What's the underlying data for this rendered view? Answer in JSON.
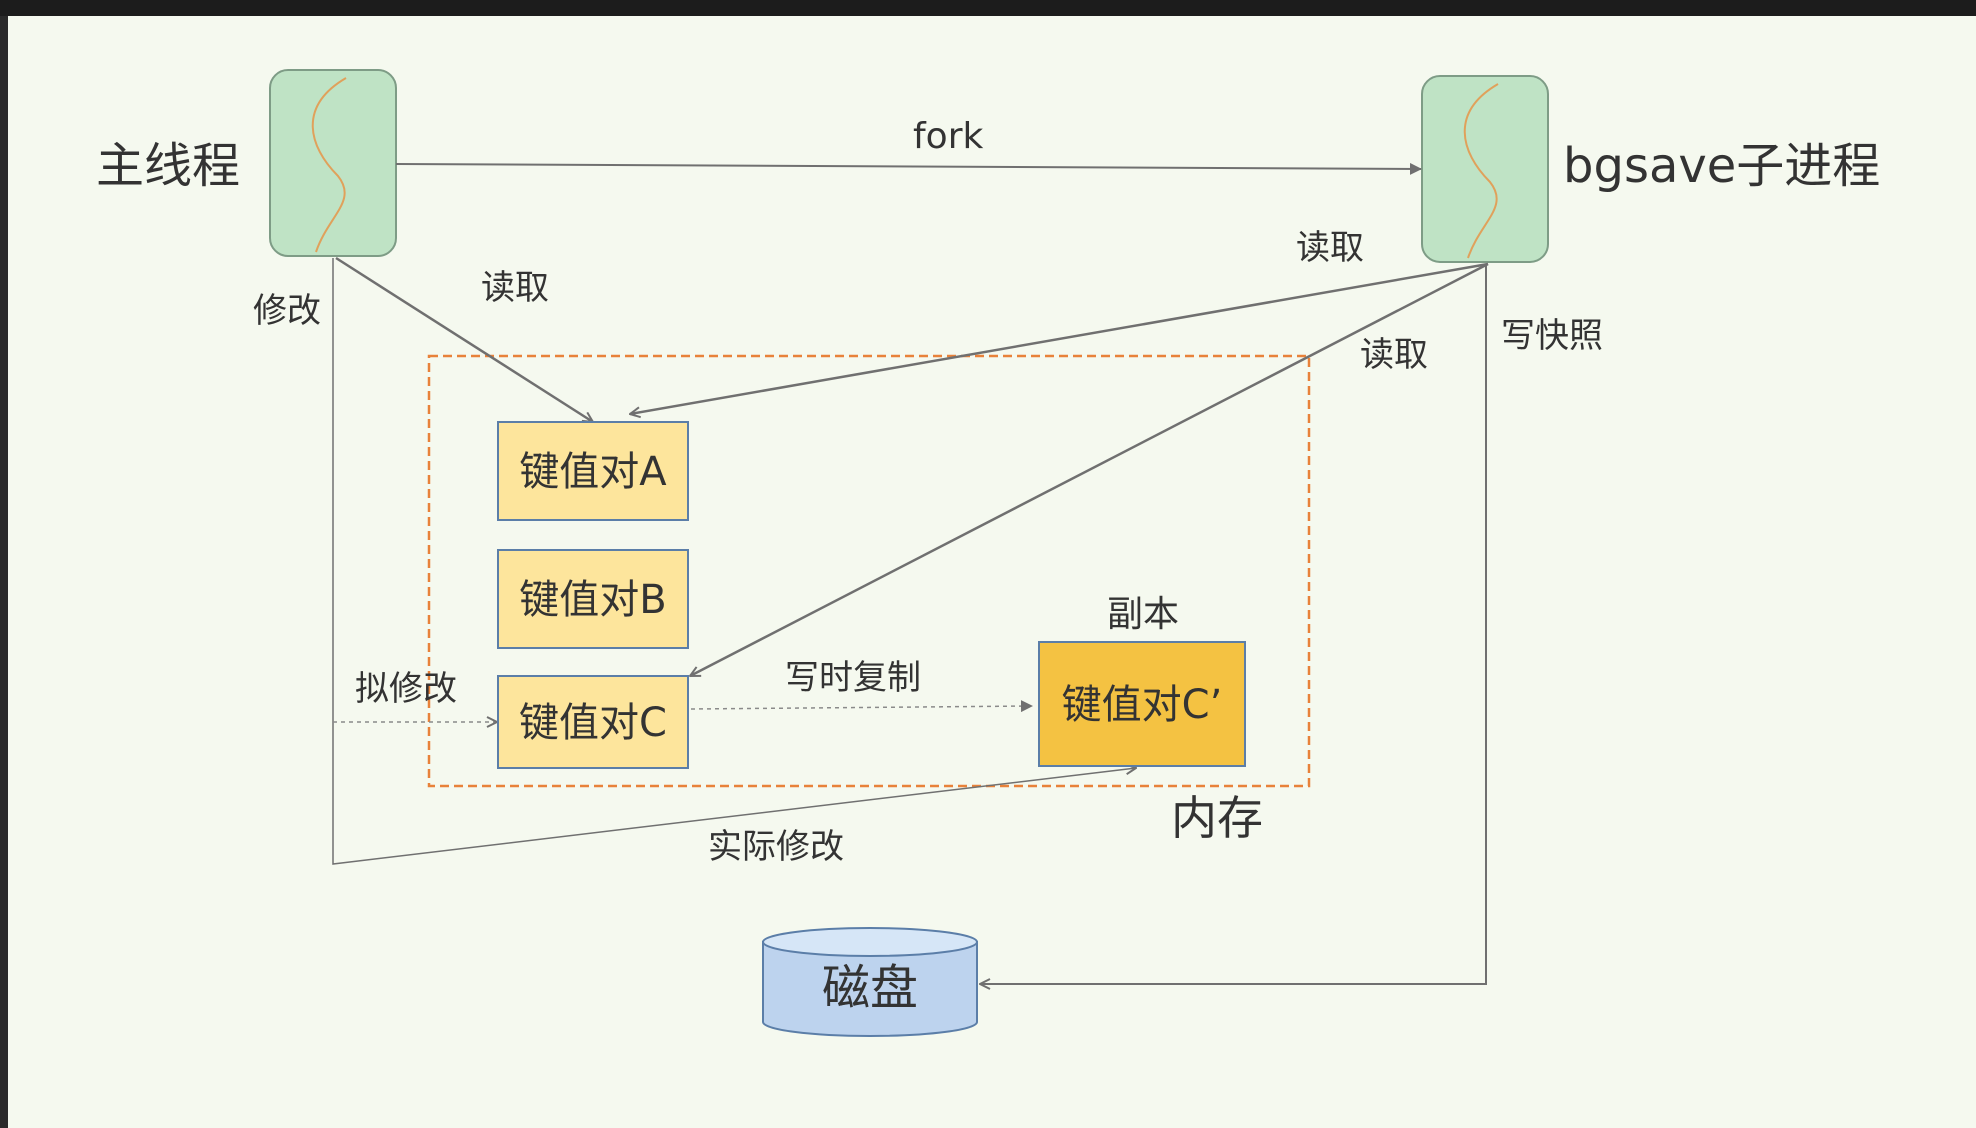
{
  "colors": {
    "background": "#f5f9ef",
    "thread_fill": "#bfe3c5",
    "thread_stroke": "#7e9c86",
    "squiggle": "#e0a15b",
    "kv_fill": "#fde59c",
    "kv_stroke": "#5b7ea8",
    "copy_fill": "#f4c242",
    "memory_border": "#e8823a",
    "disk_fill": "#bdd3ee",
    "disk_top": "#d6e6f7",
    "disk_stroke": "#5b7ea8",
    "arrow": "#707070",
    "text": "#333333"
  },
  "nodes": {
    "main_thread": "主线程",
    "child_process": "bgsave子进程",
    "kv_a": "键值对A",
    "kv_b": "键值对B",
    "kv_c": "键值对C",
    "kv_c_copy": "键值对C’",
    "copy_label": "副本",
    "memory_label": "内存",
    "disk": "磁盘"
  },
  "edges": {
    "fork": "fork",
    "main_read": "读取",
    "main_modify": "修改",
    "child_read_a": "读取",
    "child_read_c": "读取",
    "write_snapshot": "写快照",
    "cow": "写时复制",
    "intend_modify": "拟修改",
    "actual_modify": "实际修改"
  }
}
